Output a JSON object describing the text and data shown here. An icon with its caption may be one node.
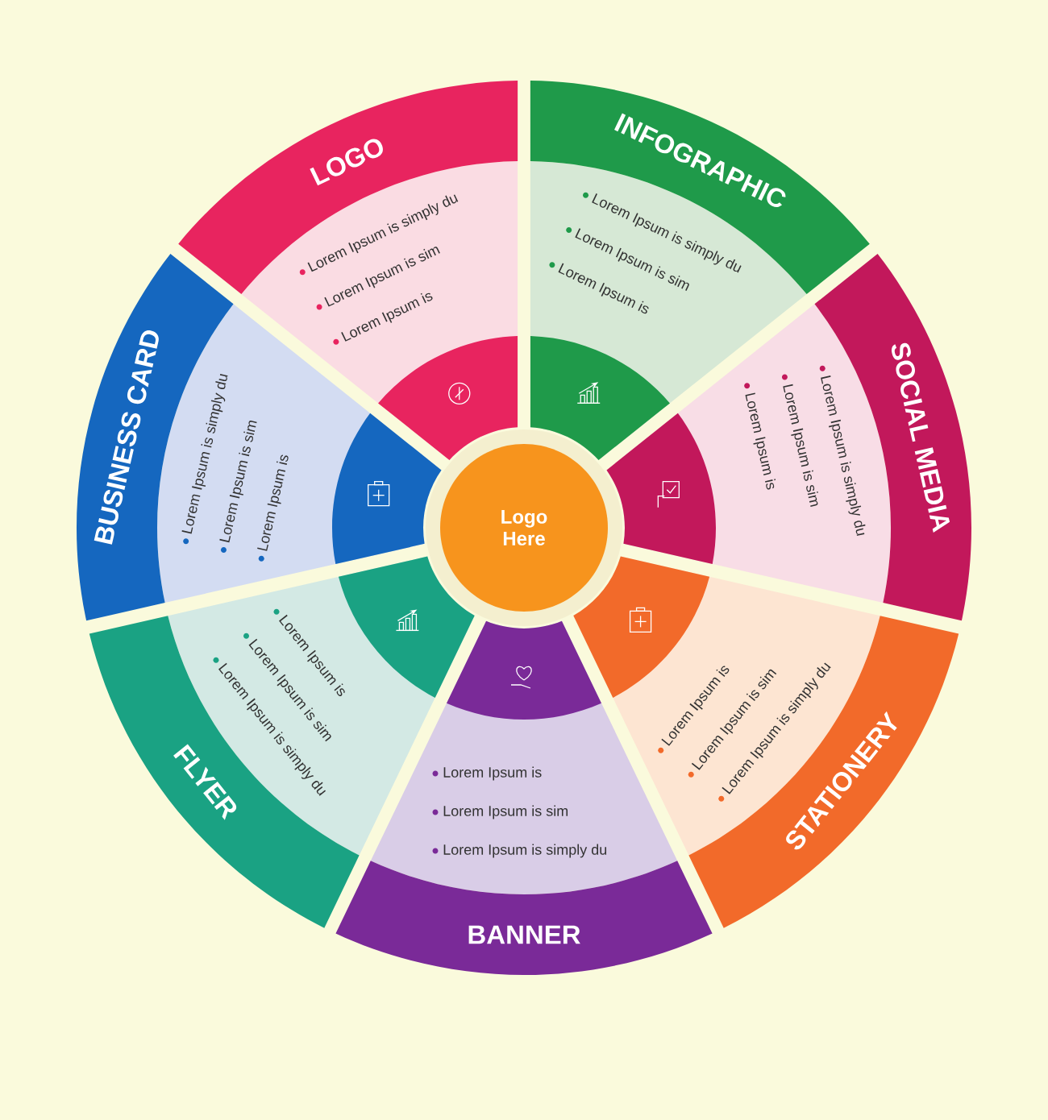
{
  "diagram": {
    "nodes": [
      {
        "text": [
          "LOGO",
          "Lorem Ipsum is simply du",
          "Lorem Ipsum is sim",
          "Lorem Ipsum is"
        ]
      },
      {
        "text": [
          "INFOGRAPHIC",
          "Lorem Ipsum is simply du",
          "Lorem Ipsum is sim",
          "Lorem Ipsum is"
        ]
      },
      {
        "text": [
          "SOCIAL MEDIA",
          "Lorem Ipsum is simply du",
          "Lorem Ipsum is sim",
          "Lorem Ipsum is"
        ]
      },
      {
        "text": [
          "STATIONERY",
          "Lorem Ipsum is",
          "Lorem Ipsum is sim",
          "Lorem Ipsum is simply du"
        ]
      },
      {
        "text": [
          "BANNER",
          "Lorem Ipsum is",
          "Lorem Ipsum is sim",
          "Lorem Ipsum is simply du"
        ]
      },
      {
        "text": [
          "FLYER",
          "Lorem Ipsum is",
          "Lorem Ipsum is sim",
          "Lorem Ipsum is simply du"
        ]
      },
      {
        "text": [
          "BUSINESS CARD",
          "Lorem Ipsum is simply du",
          "Lorem Ipsum is sim",
          "Lorem Ipsum is"
        ]
      },
      {
        "text": [
          "Logo Here"
        ]
      }
    ]
  }
}
